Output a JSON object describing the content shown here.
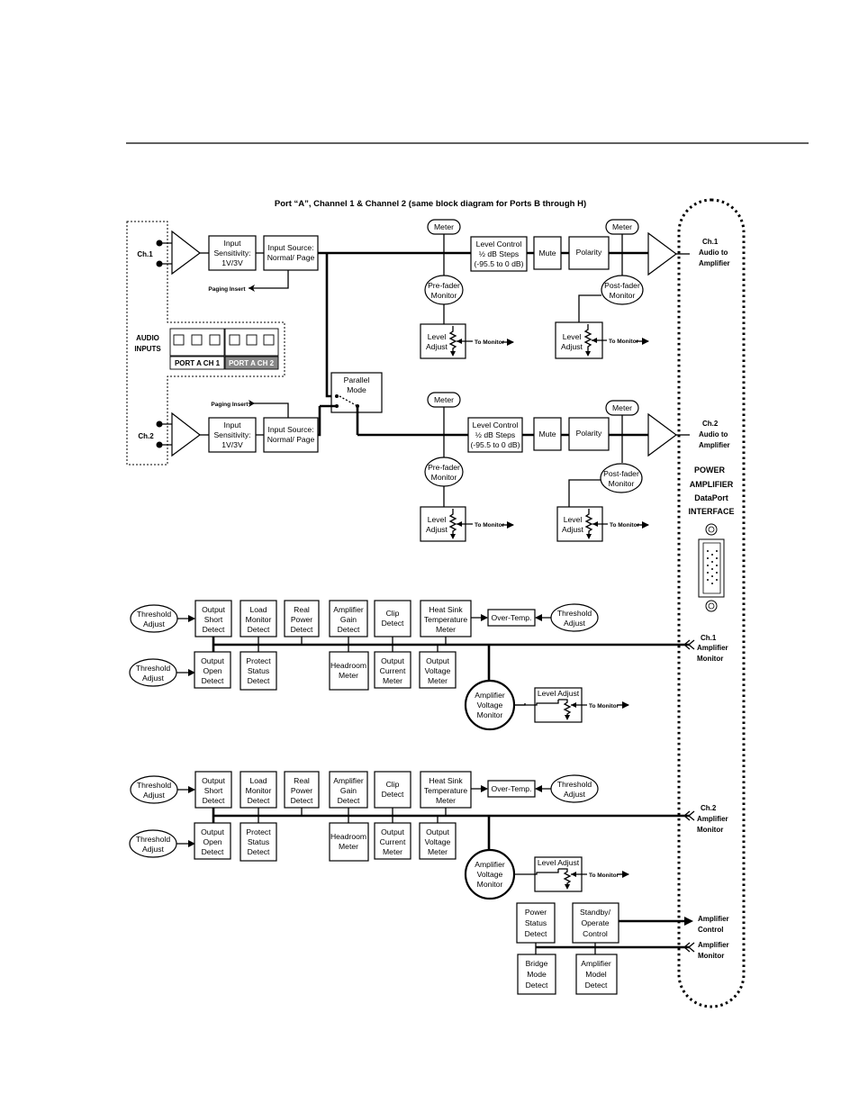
{
  "title": "Port “A”, Channel 1 & Channel 2 (same block diagram for Ports B through H)",
  "input_panel": {
    "ch1": "Ch.1",
    "ch2": "Ch.2",
    "audio_inputs": [
      "AUDIO",
      "INPUTS"
    ],
    "port_a_ch1": "PORT A CH 1",
    "port_a_ch2": "PORT A CH 2"
  },
  "channel1": {
    "input_sensitivity": [
      "Input",
      "Sensitivity:",
      "1V/3V"
    ],
    "input_source": [
      "Input Source:",
      "Normal/ Page"
    ],
    "paging_insert": "Paging Insert",
    "meter_pre": "Meter",
    "pre_fader_monitor": [
      "Pre-fader",
      "Monitor"
    ],
    "level_adjust_pre": [
      "Level",
      "Adjust"
    ],
    "to_monitor_pre": "To Monitor",
    "level_control": [
      "Level Control",
      "½ dB Steps",
      "(-95.5 to 0 dB)"
    ],
    "mute": "Mute",
    "polarity": "Polarity",
    "meter_post": "Meter",
    "post_fader_monitor": [
      "Post-fader",
      "Monitor"
    ],
    "level_adjust_post": [
      "Level",
      "Adjust"
    ],
    "to_monitor_post": "To Monitor",
    "output": [
      "Ch.1",
      "Audio to",
      "Amplifier"
    ]
  },
  "channel2": {
    "input_sensitivity": [
      "Input",
      "Sensitivity:",
      "1V/3V"
    ],
    "input_source": [
      "Input Source:",
      "Normal/ Page"
    ],
    "paging_insert": "Paging Insert",
    "meter_pre": "Meter",
    "pre_fader_monitor": [
      "Pre-fader",
      "Monitor"
    ],
    "level_adjust_pre": [
      "Level",
      "Adjust"
    ],
    "to_monitor_pre": "To Monitor",
    "level_control": [
      "Level Control",
      "½ dB Steps",
      "(-95.5 to 0 dB)"
    ],
    "mute": "Mute",
    "polarity": "Polarity",
    "meter_post": "Meter",
    "post_fader_monitor": [
      "Post-fader",
      "Monitor"
    ],
    "level_adjust_post": [
      "Level",
      "Adjust"
    ],
    "to_monitor_post": "To Monitor",
    "output": [
      "Ch.2",
      "Audio to",
      "Amplifier"
    ]
  },
  "parallel_mode": [
    "Parallel",
    "Mode"
  ],
  "interface_label": [
    "POWER",
    "AMPLIFIER",
    "DataPort",
    "INTERFACE"
  ],
  "monitor1": {
    "threshold_left_top": [
      "Threshold",
      "Adjust"
    ],
    "threshold_left_bottom": [
      "Threshold",
      "Adjust"
    ],
    "top_boxes": [
      [
        "Output",
        "Short",
        "Detect"
      ],
      [
        "Load",
        "Monitor",
        "Detect"
      ],
      [
        "Real",
        "Power",
        "Detect"
      ],
      [
        "Amplifier",
        "Gain",
        "Detect"
      ],
      [
        "Clip",
        "Detect"
      ],
      [
        "Heat Sink",
        "Temperature",
        "Meter"
      ]
    ],
    "over_temp": "Over-Temp.",
    "threshold_right": [
      "Threshold",
      "Adjust"
    ],
    "bottom_boxes": [
      [
        "Output",
        "Open",
        "Detect"
      ],
      [
        "Protect",
        "Status",
        "Detect"
      ],
      [
        "Headroom",
        "Meter"
      ],
      [
        "Output",
        "Current",
        "Meter"
      ],
      [
        "Output",
        "Voltage",
        "Meter"
      ]
    ],
    "amp_voltage_monitor": [
      "Amplifier",
      "Voltage",
      "Monitor"
    ],
    "level_adjust": "Level Adjust",
    "to_monitor": "To Monitor",
    "bus_label": [
      "Ch.1",
      "Amplifier",
      "Monitor"
    ]
  },
  "monitor2": {
    "threshold_left_top": [
      "Threshold",
      "Adjust"
    ],
    "threshold_left_bottom": [
      "Threshold",
      "Adjust"
    ],
    "top_boxes": [
      [
        "Output",
        "Short",
        "Detect"
      ],
      [
        "Load",
        "Monitor",
        "Detect"
      ],
      [
        "Real",
        "Power",
        "Detect"
      ],
      [
        "Amplifier",
        "Gain",
        "Detect"
      ],
      [
        "Clip",
        "Detect"
      ],
      [
        "Heat Sink",
        "Temperature",
        "Meter"
      ]
    ],
    "over_temp": "Over-Temp.",
    "threshold_right": [
      "Threshold",
      "Adjust"
    ],
    "bottom_boxes": [
      [
        "Output",
        "Open",
        "Detect"
      ],
      [
        "Protect",
        "Status",
        "Detect"
      ],
      [
        "Headroom",
        "Meter"
      ],
      [
        "Output",
        "Current",
        "Meter"
      ],
      [
        "Output",
        "Voltage",
        "Meter"
      ]
    ],
    "amp_voltage_monitor": [
      "Amplifier",
      "Voltage",
      "Monitor"
    ],
    "level_adjust": "Level Adjust",
    "to_monitor": "To Monitor",
    "bus_label": [
      "Ch.2",
      "Amplifier",
      "Monitor"
    ]
  },
  "control": {
    "power_status": [
      "Power",
      "Status",
      "Detect"
    ],
    "standby": [
      "Standby/",
      "Operate",
      "Control"
    ],
    "bridge_mode": [
      "Bridge",
      "Mode",
      "Detect"
    ],
    "amp_model": [
      "Amplifier",
      "Model",
      "Detect"
    ],
    "amplifier_control": [
      "Amplifier",
      "Control"
    ],
    "amplifier_monitor": [
      "Amplifier",
      "Monitor"
    ]
  }
}
